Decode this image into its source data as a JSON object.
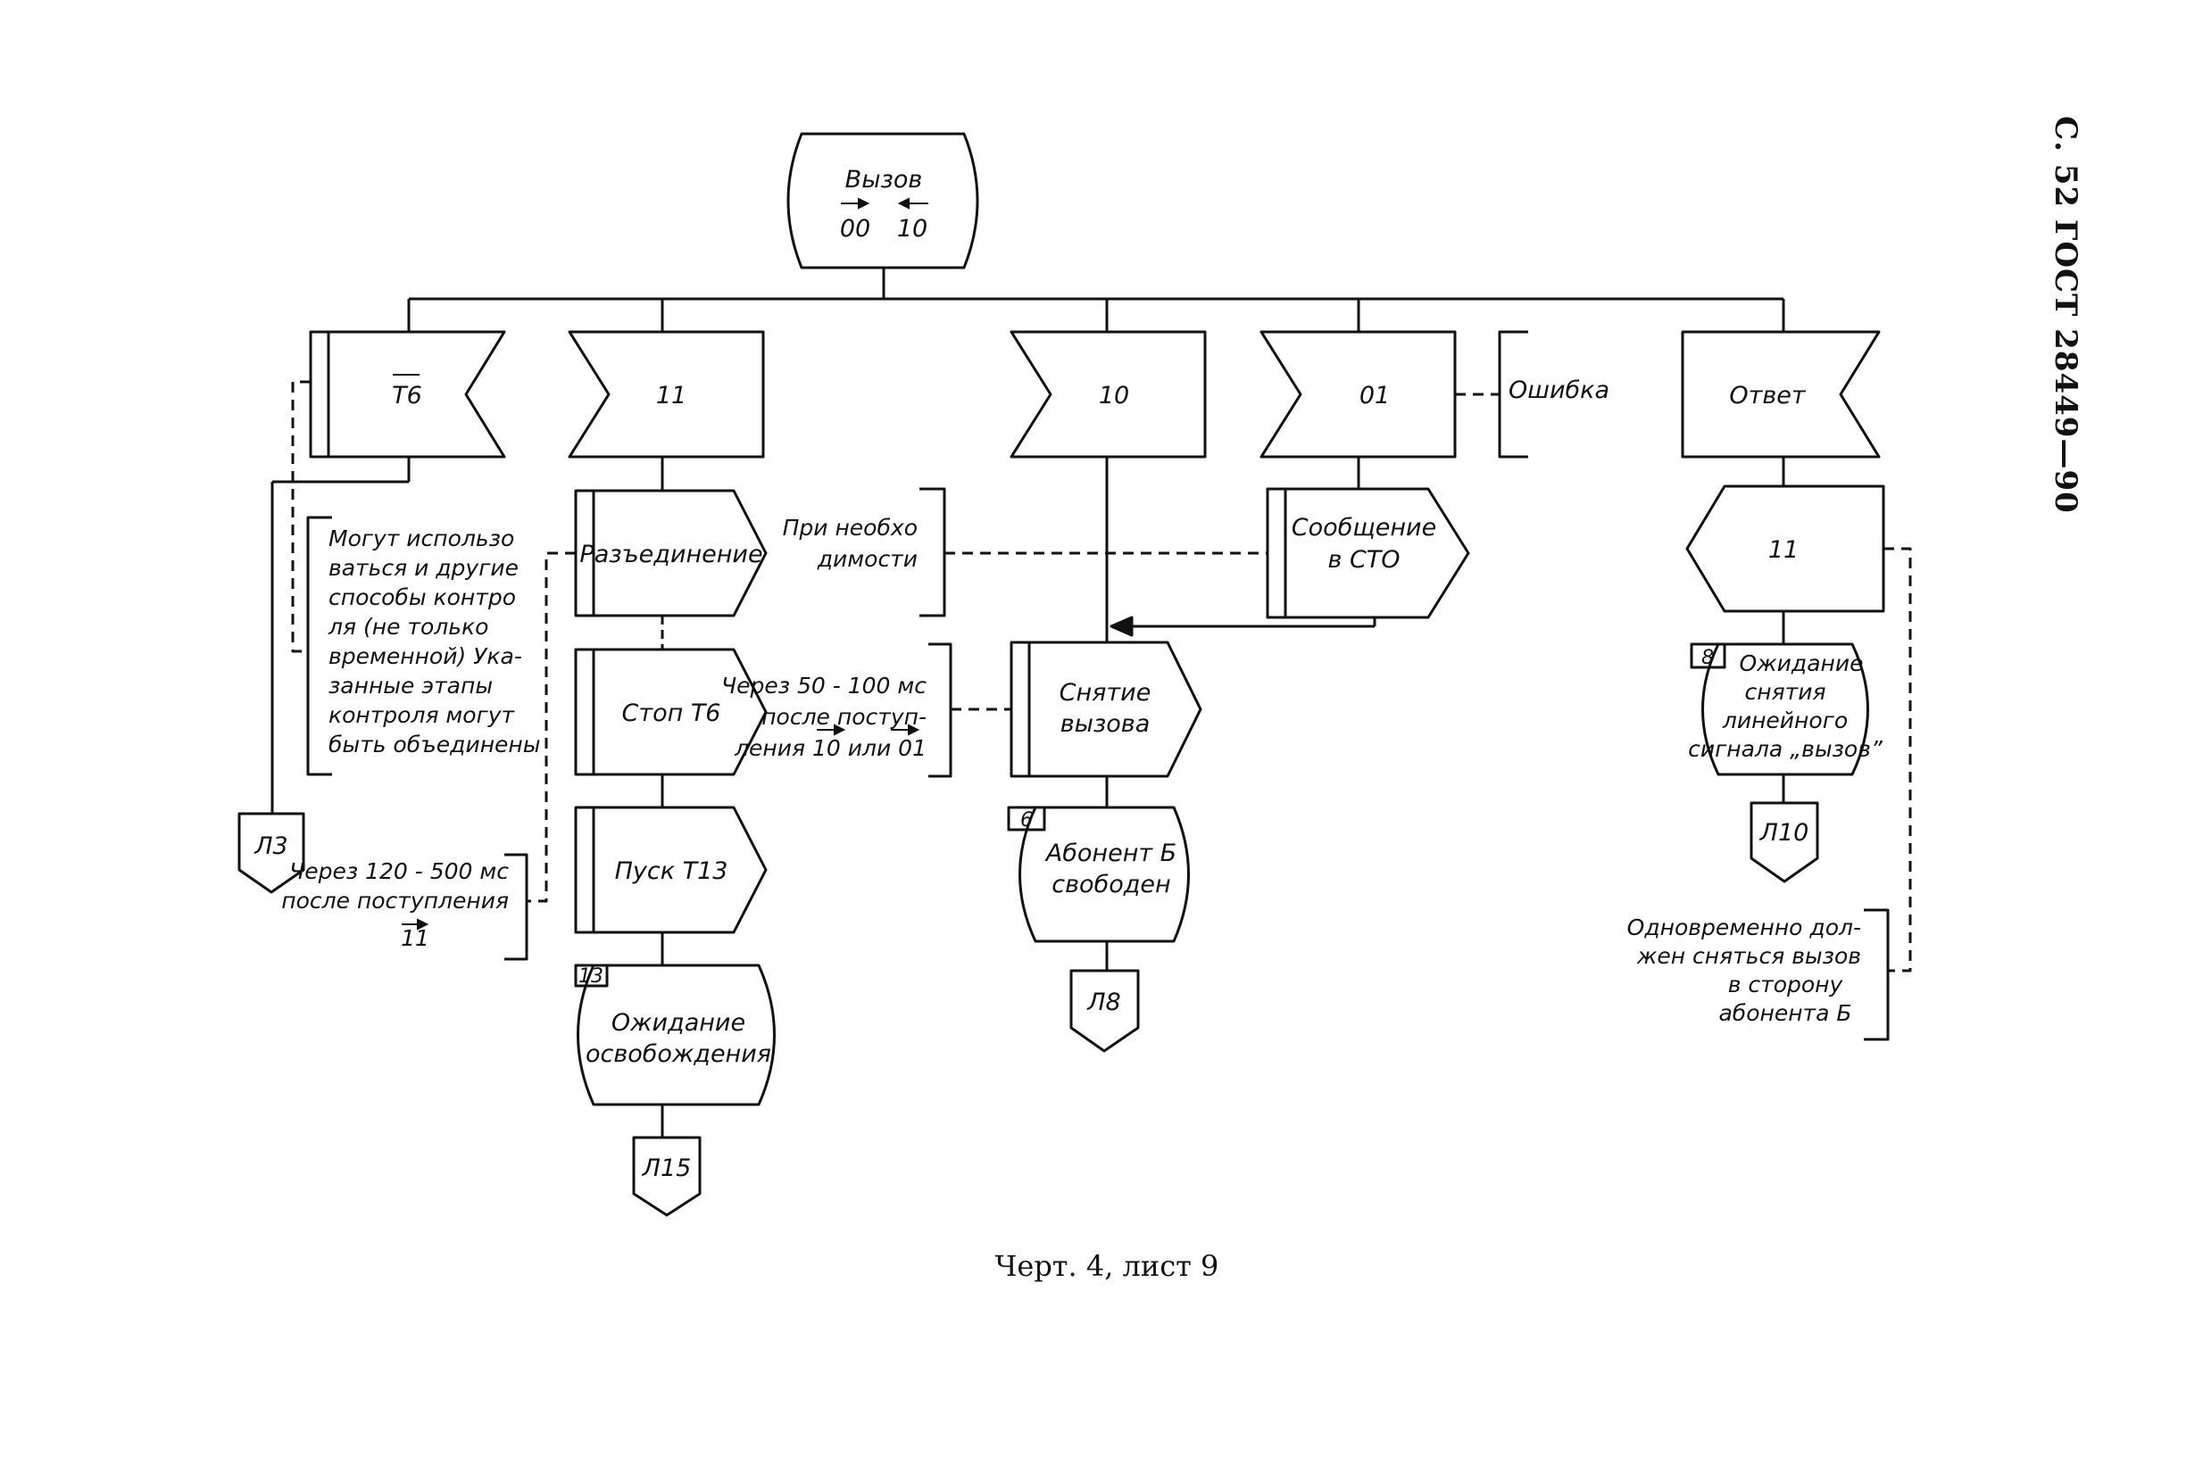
{
  "header": {
    "text": "С. 52 ГОСТ 28449—90"
  },
  "caption": {
    "text": "Черт. 4, лист 9"
  },
  "state": {
    "label": "Вызов",
    "arrow_left": "00",
    "arrow_right": "10"
  },
  "inputs": {
    "tb": "Т6",
    "i11": "11",
    "i10": "10",
    "i01": "01",
    "answer": "Ответ"
  },
  "error_label": "Ошибка",
  "tasks": {
    "disconnect": "Разъединение",
    "stop_tb": "Стоп Т6",
    "start_t13": "Пуск Т13",
    "report_lines": [
      "Сообщение",
      "в СТО"
    ],
    "call_removal_lines": [
      "Снятие",
      "вызова"
    ]
  },
  "output_11": "11",
  "states": {
    "s13": {
      "num": "13",
      "lines": [
        "Ожидание",
        "освобождения"
      ]
    },
    "s6": {
      "num": "6",
      "lines": [
        "Абонент Б",
        "свободен"
      ]
    },
    "s8": {
      "num": "8",
      "lines": [
        "Ожидание",
        "снятия",
        "линейного",
        "сигнала „вызов”"
      ]
    }
  },
  "connectors": {
    "l3": "Л3",
    "l15": "Л15",
    "l8": "Л8",
    "l10": "Л10"
  },
  "notes": {
    "methods": [
      "Могут использо",
      "ваться и другие",
      "способы контро",
      "ля (не только",
      "временной) Ука-",
      "занные этапы",
      "контроля могут",
      "быть объединены"
    ],
    "delay_120": [
      "Через 120 - 500 мс",
      "после поступления",
      "11"
    ],
    "if_needed": [
      "При необхо",
      "димости"
    ],
    "delay_50": [
      "Через 50 - 100 мс",
      "после поступ-",
      "ления 10 или 01"
    ],
    "simultaneous": [
      "Одновременно дол-",
      "жен сняться вызов",
      "в сторону",
      "абонента Б"
    ]
  }
}
